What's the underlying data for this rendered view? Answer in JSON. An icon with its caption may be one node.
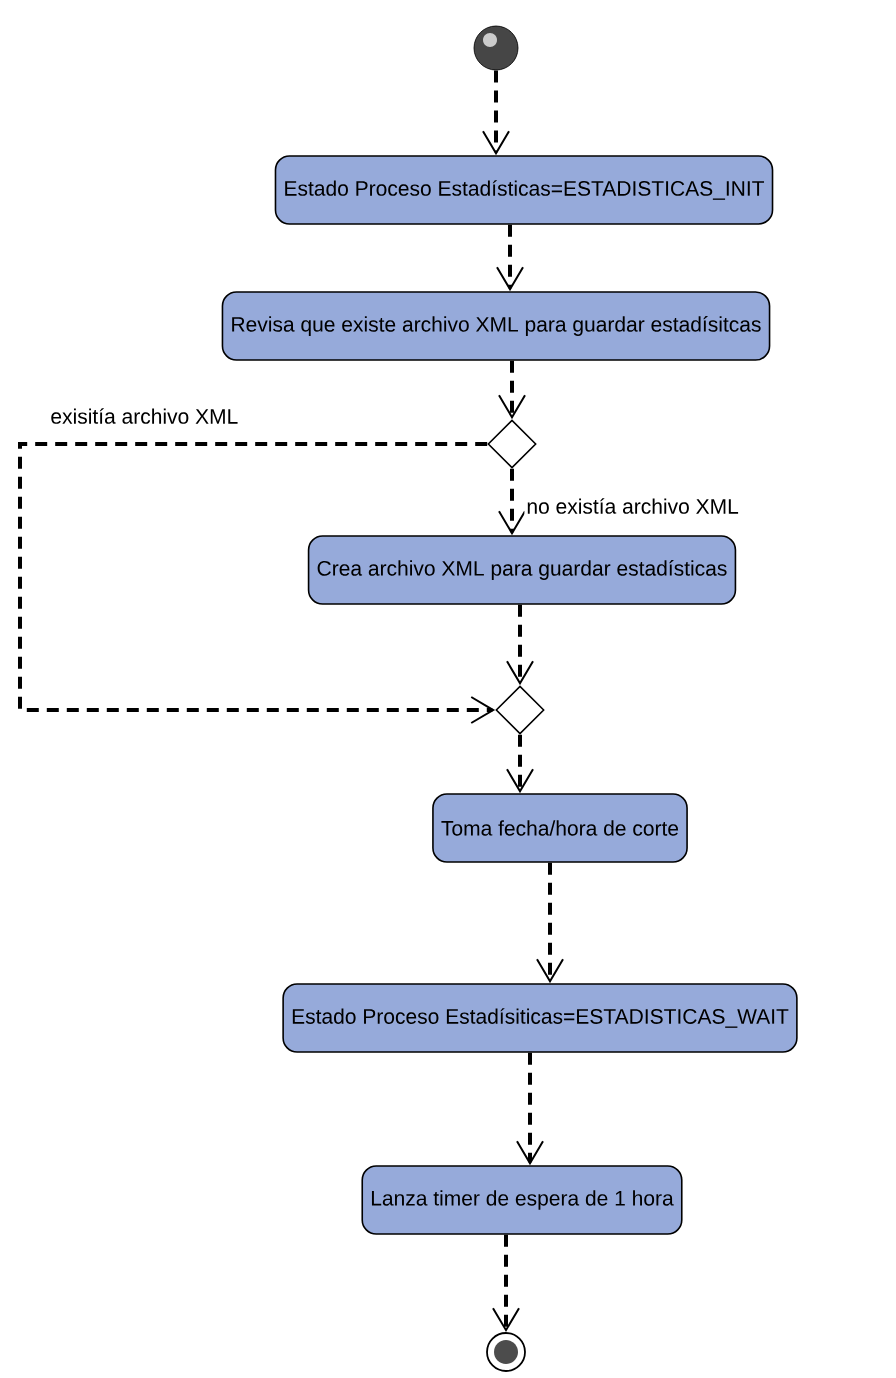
{
  "diagram": {
    "nodes": [
      {
        "text": [],
        "shape": "circle"
      },
      {
        "text": [
          "Estado Proceso Estadísticas=ESTADISTICAS_INIT"
        ]
      },
      {
        "text": [
          "Revisa que existe archivo XML para guardar estadísitcas"
        ]
      },
      {
        "text": [],
        "shape": "diamond"
      },
      {
        "text": [
          "Crea archivo XML para guardar estadísticas"
        ]
      },
      {
        "text": [],
        "shape": "diamond"
      },
      {
        "text": [
          "Toma fecha/hora de corte"
        ]
      },
      {
        "text": [
          "Estado Proceso Estadísiticas=ESTADISTICAS_WAIT"
        ]
      },
      {
        "text": [
          "Lanza timer de espera de 1 hora"
        ]
      },
      {
        "text": [],
        "shape": "circle"
      }
    ],
    "edges": [
      {
        "from": 0,
        "to": 1,
        "arrow": "to",
        "style": "dashed"
      },
      {
        "from": 1,
        "to": 2,
        "arrow": "to",
        "style": "dashed"
      },
      {
        "from": 2,
        "to": 3,
        "arrow": "to",
        "style": "dashed"
      },
      {
        "from": 3,
        "to": 5,
        "arrow": "to",
        "style": "dashed",
        "label": "exisitía archivo XML"
      },
      {
        "from": 3,
        "to": 4,
        "arrow": "to",
        "style": "dashed",
        "label": "no existía archivo XML"
      },
      {
        "from": 4,
        "to": 5,
        "arrow": "to",
        "style": "dashed"
      },
      {
        "from": 5,
        "to": 6,
        "arrow": "to",
        "style": "dashed"
      },
      {
        "from": 6,
        "to": 7,
        "arrow": "to",
        "style": "dashed"
      },
      {
        "from": 7,
        "to": 8,
        "arrow": "to",
        "style": "dashed"
      },
      {
        "from": 8,
        "to": 9,
        "arrow": "to",
        "style": "dashed"
      }
    ]
  }
}
